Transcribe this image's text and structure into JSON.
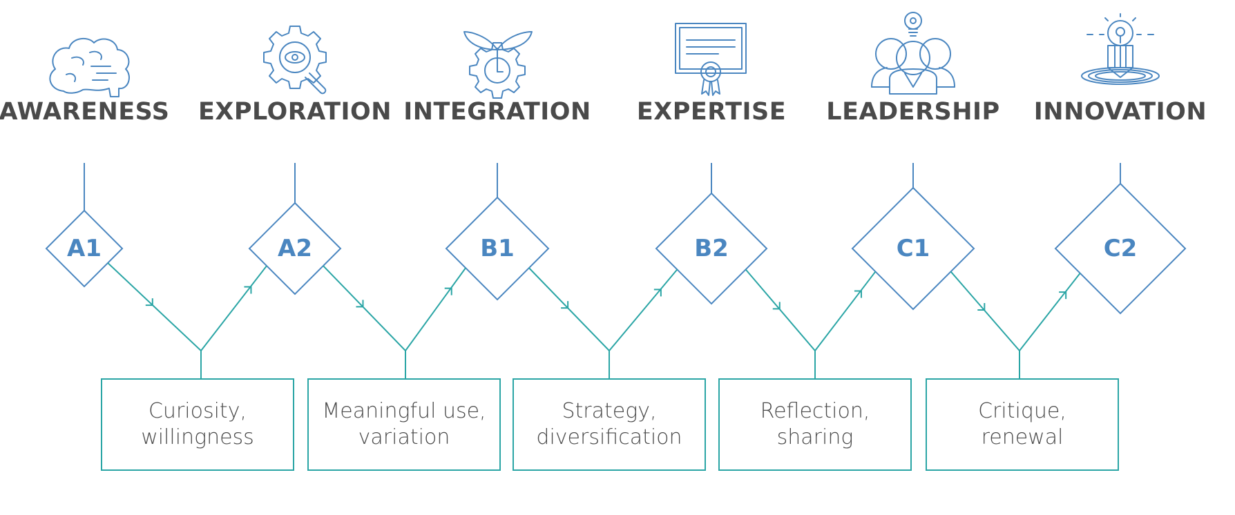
{
  "colors": {
    "icon": "#4a86c0",
    "diamond": "#4a86c0",
    "code": "#4a86c0",
    "connector": "#2aa5a5",
    "label": "#4a4a4a"
  },
  "stages": [
    {
      "label": "AWARENESS",
      "code": "A1",
      "icon": "brain-icon"
    },
    {
      "label": "EXPLORATION",
      "code": "A2",
      "icon": "gear-magnifier-icon"
    },
    {
      "label": "INTEGRATION",
      "code": "B1",
      "icon": "sprout-gear-icon"
    },
    {
      "label": "EXPERTISE",
      "code": "B2",
      "icon": "certificate-icon"
    },
    {
      "label": "LEADERSHIP",
      "code": "C1",
      "icon": "leader-group-icon"
    },
    {
      "label": "INNOVATION",
      "code": "C2",
      "icon": "lightbulb-pedestal-icon"
    }
  ],
  "transitions": [
    {
      "line1": "Curiosity,",
      "line2": "willingness"
    },
    {
      "line1": "Meaningful use,",
      "line2": "variation"
    },
    {
      "line1": "Strategy,",
      "line2": "diversification"
    },
    {
      "line1": "Reflection,",
      "line2": "sharing"
    },
    {
      "line1": "Critique,",
      "line2": "renewal"
    }
  ]
}
